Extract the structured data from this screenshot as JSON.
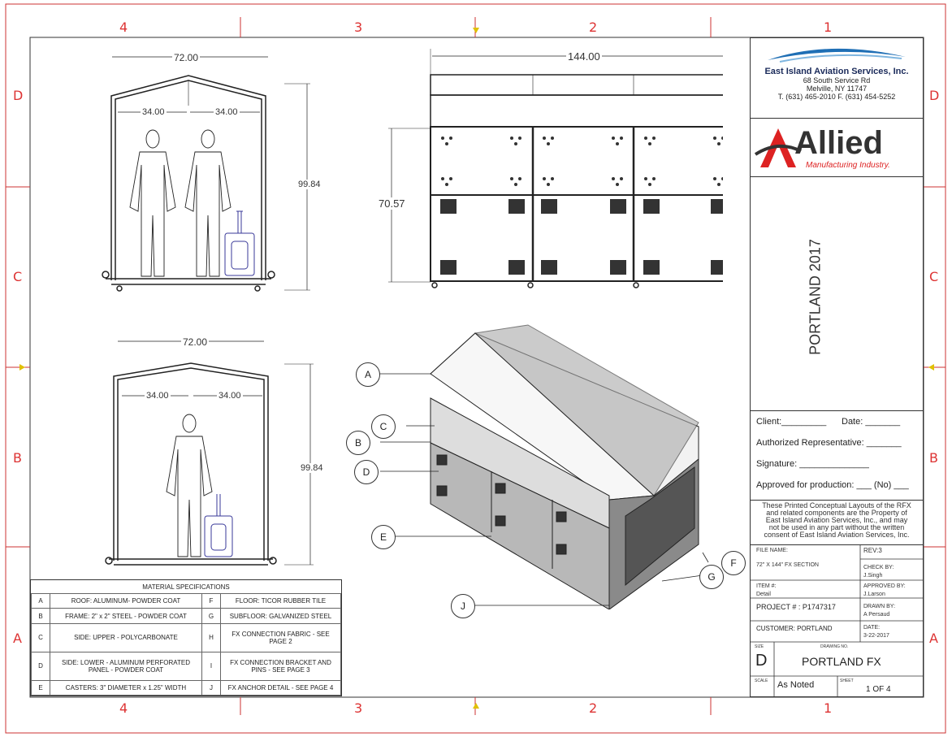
{
  "zones": {
    "top": [
      "4",
      "3",
      "2",
      "1"
    ],
    "left": [
      "D",
      "C",
      "B",
      "A"
    ]
  },
  "dims": {
    "front_width": "72.00",
    "front_half_left": "34.00",
    "front_half_right": "34.00",
    "front_height": "99.84",
    "side_width": "144.00",
    "side_height": "70.57",
    "section_width": "72.00",
    "section_half_left": "34.00",
    "section_half_right": "34.00",
    "section_height": "99.84"
  },
  "callouts": [
    "A",
    "C",
    "B",
    "D",
    "E",
    "F",
    "G",
    "J"
  ],
  "materials": {
    "title": "MATERIAL SPECIFICATIONS",
    "rows": [
      {
        "l1": "A",
        "d1": "ROOF: ALUMINUM- POWDER COAT",
        "l2": "F",
        "d2": "FLOOR: TICOR RUBBER TILE"
      },
      {
        "l1": "B",
        "d1": "FRAME: 2\" x 2\" STEEL - POWDER COAT",
        "l2": "G",
        "d2": "SUBFLOOR: GALVANIZED STEEL"
      },
      {
        "l1": "C",
        "d1": "SIDE: UPPER - POLYCARBONATE",
        "l2": "H",
        "d2": "FX CONNECTION FABRIC - SEE PAGE 2"
      },
      {
        "l1": "D",
        "d1": "SIDE: LOWER - ALUMINUM PERFORATED PANEL - POWDER COAT",
        "l2": "I",
        "d2": "FX CONNECTION BRACKET AND PINS - SEE PAGE 3"
      },
      {
        "l1": "E",
        "d1": "CASTERS: 3\" DIAMETER x 1.25\" WIDTH",
        "l2": "J",
        "d2": "FX ANCHOR DETAIL - SEE PAGE 4"
      }
    ]
  },
  "company": {
    "name": "East Island Aviation Services, Inc.",
    "address1": "68 South Service Rd",
    "address2": "Melville, NY  11747",
    "phone": "T. (631) 465-2010 F. (631) 454-5252"
  },
  "logo": {
    "name": "Allied",
    "tagline": "Manufacturing Industry."
  },
  "project_vertical": "PORTLAND 2017",
  "signoff": {
    "client": "Client:_________",
    "date": "Date: _______",
    "rep": "Authorized Representative: _______",
    "signature": "Signature: ______________",
    "approved": "Approved for production: ___ (No) ___"
  },
  "disclaimer": "These Printed Conceptual Layouts of the RFX and related components are the Property of East Island Aviation Services, Inc., and may not be used in any part without the written consent of East Island Aviation Services, Inc.",
  "titleblock": {
    "file_label": "FILE NAME:",
    "file_value": "72\" X 144\"  FX SECTION",
    "rev": "REV:3",
    "check_label": "CHECK BY:",
    "check_value": "J.Singh",
    "item_label": "ITEM #:",
    "item_value": "Detail",
    "approved_label": "APPROVED BY:",
    "approved_value": "J.Larson",
    "project": "PROJECT # : P1747317",
    "drawn_label": "DRAWN BY:",
    "drawn_value": "A Persaud",
    "customer": "CUSTOMER: PORTLAND",
    "date_label": "DATE:",
    "date_value": "3-22-2017",
    "size_label": "SIZE",
    "size_value": "D",
    "drawing_label": "DRAWING NO.",
    "drawing_value": "PORTLAND FX",
    "scale_label": "SCALE",
    "scale_value": "As Noted",
    "sheet_label": "SHEET",
    "sheet_value": "1  OF 4"
  }
}
